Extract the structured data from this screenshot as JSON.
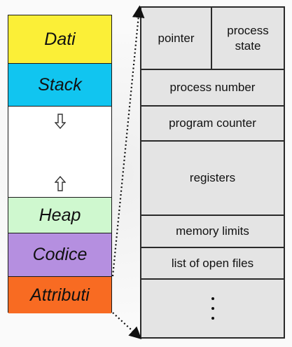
{
  "memory_layout": {
    "segments": [
      {
        "label": "Dati",
        "color": "#fbef37"
      },
      {
        "label": "Stack",
        "color": "#11c5f0"
      },
      {
        "label": "",
        "color": "#ffffff"
      },
      {
        "label": "Heap",
        "color": "#cff8cf"
      },
      {
        "label": "Codice",
        "color": "#b58fe0"
      },
      {
        "label": "Attributi",
        "color": "#f86b22"
      }
    ],
    "arrow_down_icon": "hollow-down-arrow-icon",
    "arrow_up_icon": "hollow-up-arrow-icon"
  },
  "pcb": {
    "pointer": "pointer",
    "process_state": "process\nstate",
    "process_number": "process number",
    "program_counter": "program counter",
    "registers": "registers",
    "memory_limits": "memory limits",
    "open_files": "list of open files",
    "ellipsis_icon": "vertical-dots-icon"
  }
}
